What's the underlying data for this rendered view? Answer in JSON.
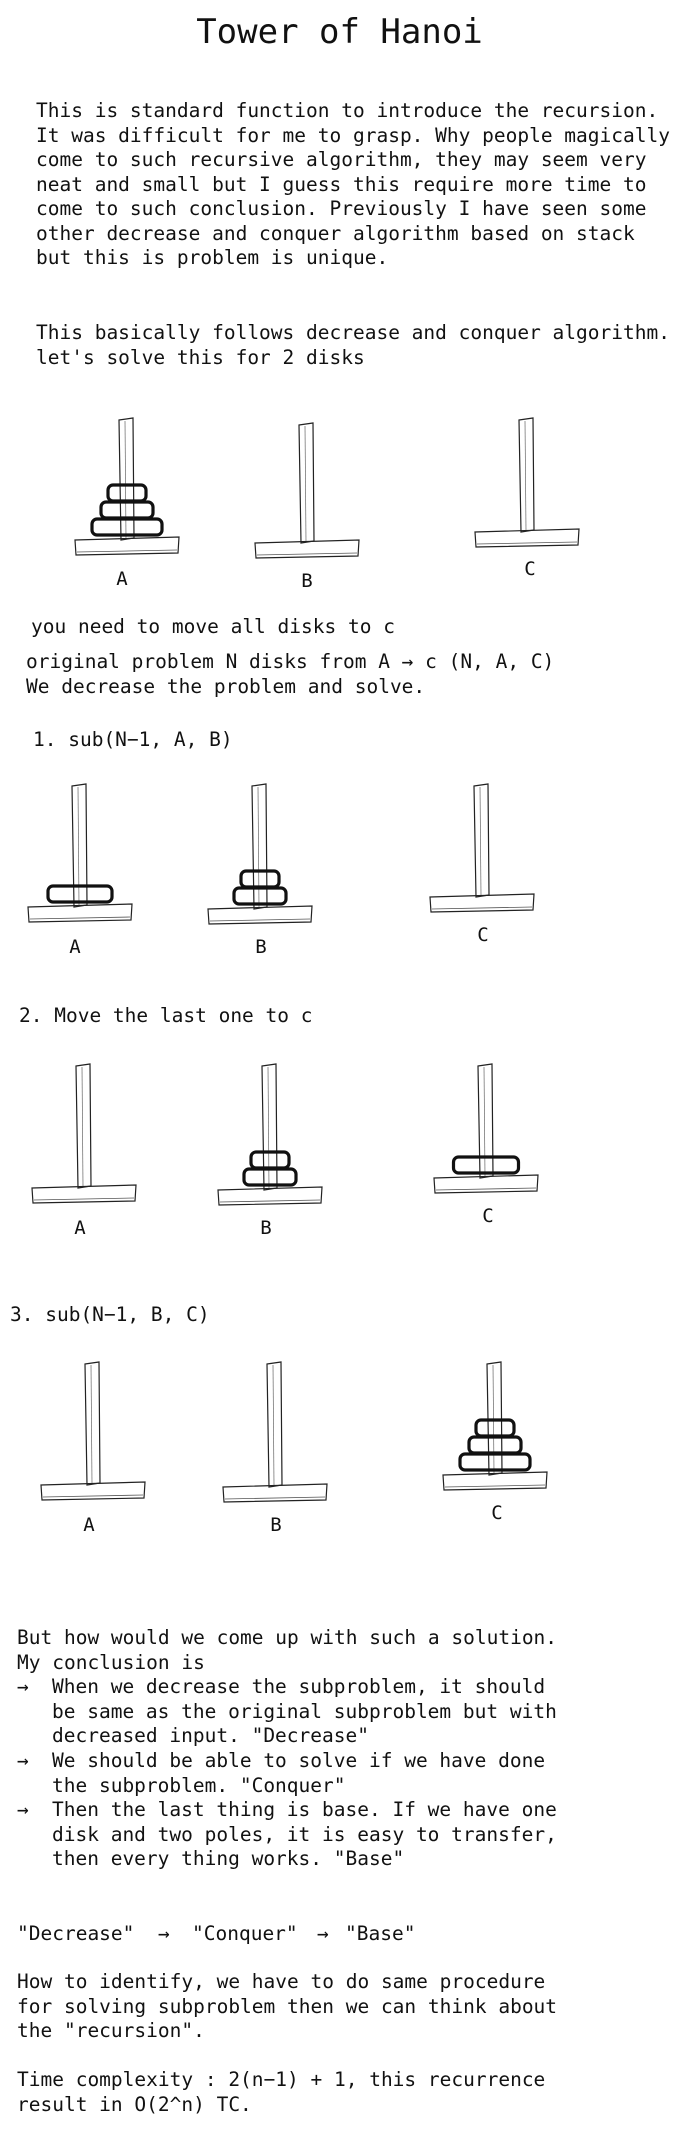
{
  "title": "Tower of Hanoi",
  "intro": "This is standard function to introduce the recursion.\nIt was difficult for me to grasp. Why people magically\ncome to such recursive algorithm, they may seem very\nneat and small but I guess this require more time to\ncome to such conclusion. Previously I have seen some\nother decrease and conquer algorithm based on stack\nbut this is problem is unique.",
  "intro2": "This basically follows decrease and conquer algorithm.\nlet's solve this for 2 disks",
  "rods": [
    "A",
    "B",
    "C"
  ],
  "move_all": "you need to move all disks to c",
  "original": "original problem N disks from A → c (N, A, C)\nWe decrease the problem and solve.",
  "step1": "1. sub(N−1, A, B)",
  "step2": "2. Move the last one to c",
  "step3": "3. sub(N−1, B, C)",
  "conclusion_head": "But how would we come up with such a solution.\nMy conclusion is",
  "bullets": [
    "When we decrease the subproblem, it should\nbe same as the original subproblem but with\ndecreased input. \"Decrease\"",
    "We should be able to solve if we have done\nthe subproblem. \"Conquer\"",
    "Then the last thing is base. If we have one\ndisk and two poles, it is easy to transfer,\nthen every thing works. \"Base\""
  ],
  "flow": [
    "\"Decrease\"",
    "\"Conquer\"",
    "\"Base\""
  ],
  "identify": "How to identify, we have to do same procedure\nfor solving subproblem then we can think about\nthe \"recursion\".",
  "complexity": "Time complexity : 2(n−1) + 1, this recurrence\nresult in O(2^n) TC.",
  "diagrams": [
    {
      "name": "initial",
      "disks": [
        3,
        0,
        0
      ]
    },
    {
      "name": "step1",
      "disks": [
        1,
        2,
        0
      ]
    },
    {
      "name": "step2",
      "disks": [
        0,
        2,
        1
      ]
    },
    {
      "name": "step3",
      "disks": [
        0,
        0,
        3
      ]
    }
  ]
}
